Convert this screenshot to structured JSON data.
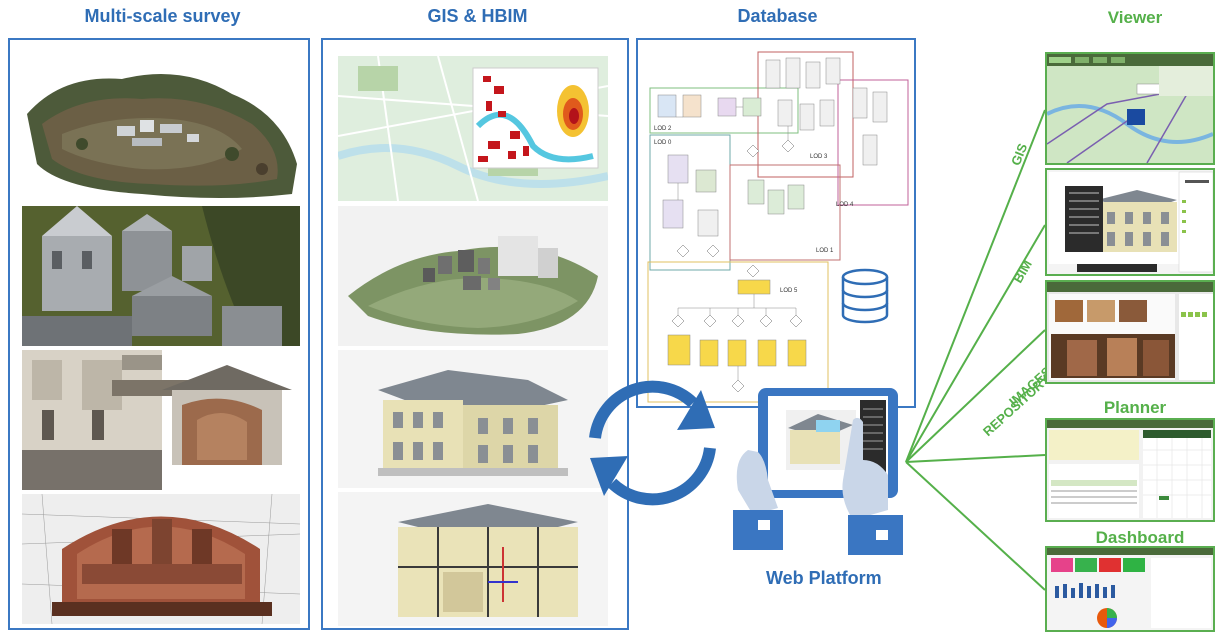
{
  "columns": {
    "survey": "Multi-scale survey",
    "gis_hbim": "GIS & HBIM",
    "database": "Database"
  },
  "database": {
    "lod_labels": [
      "LOD 2",
      "LOD 0",
      "LOD 3",
      "LOD 4",
      "LOD 1",
      "LOD 5"
    ]
  },
  "platform": {
    "label": "Web Platform"
  },
  "branches": {
    "gis": "GIS",
    "bim": "BIM",
    "images_line1": "IMAGES",
    "images_line2": "REPOSITORY"
  },
  "apps": {
    "viewer": "Viewer",
    "planner": "Planner",
    "dashboard": "Dashboard"
  },
  "colors": {
    "blue": "#2f6db5",
    "green": "#55b04a"
  }
}
